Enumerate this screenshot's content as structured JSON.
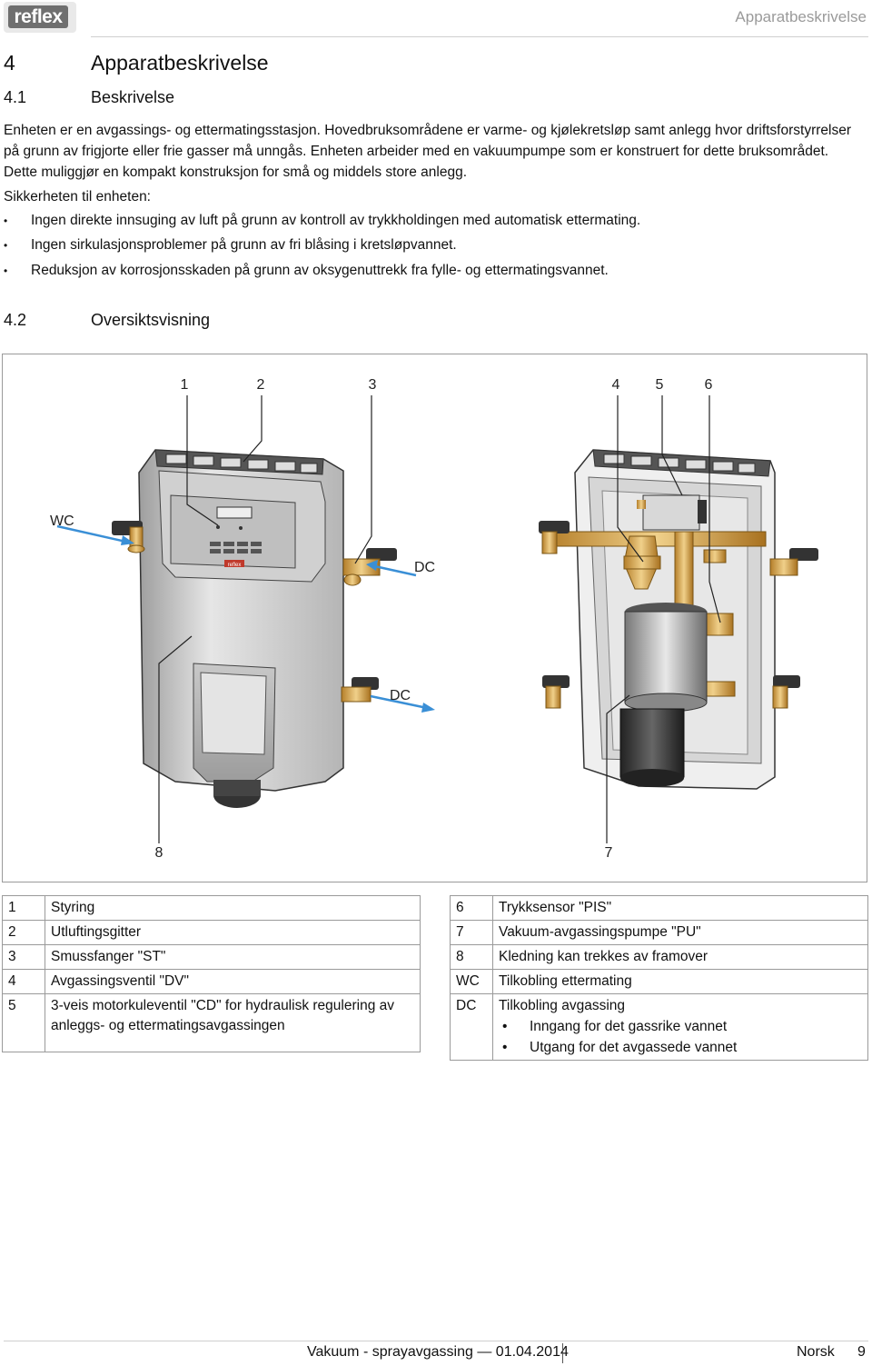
{
  "header": {
    "logo_text": "reflex",
    "section_title": "Apparatbeskrivelse"
  },
  "chapter": {
    "number": "4",
    "title": "Apparatbeskrivelse"
  },
  "section1": {
    "number": "4.1",
    "title": "Beskrivelse",
    "para_lines": [
      "Enheten er en avgassings- og ettermatingsstasjon. Hovedbruksområdene er varme- og kjølekretsløp samt anlegg hvor driftsforstyrrelser",
      "på grunn av frigjorte eller frie gasser må unngås. Enheten arbeider med en vakuumpumpe som er konstruert for dette bruksområdet.",
      "Dette muliggjør en kompakt konstruksjon for små og middels store anlegg."
    ],
    "safety_intro": "Sikkerheten til enheten:",
    "bullets": [
      "Ingen direkte innsuging av luft på grunn av kontroll av trykkholdingen med automatisk ettermating.",
      "Ingen sirkulasjonsproblemer på grunn av fri blåsing i kretsløpvannet.",
      "Reduksjon av korrosjonsskaden på grunn av oksygenuttrekk fra fylle- og ettermatingsvannet."
    ],
    "bullet_char": "•"
  },
  "section2": {
    "number": "4.2",
    "title": "Oversiktsvisning"
  },
  "figure": {
    "callouts": [
      "1",
      "2",
      "3",
      "4",
      "5",
      "6",
      "8",
      "7"
    ],
    "label_wc": "WC",
    "label_dc_upper": "DC",
    "label_dc_lower": "DC",
    "panel_logo": "reflex",
    "colors": {
      "arrow": "#3a8fd6",
      "brass": "#d4a24a",
      "housing": "#d9d9d9",
      "outline": "#333333"
    }
  },
  "legend_left": [
    {
      "num": "1",
      "text": "Styring"
    },
    {
      "num": "2",
      "text": "Utluftingsgitter"
    },
    {
      "num": "3",
      "text": "Smussfanger \"ST\""
    },
    {
      "num": "4",
      "text": "Avgassingsventil \"DV\""
    },
    {
      "num": "5",
      "text": "3-veis motorkuleventil \"CD\" for hydraulisk regulering av",
      "text2": "anleggs- og ettermatingsavgassingen"
    }
  ],
  "legend_right": [
    {
      "num": "6",
      "text": "Trykksensor \"PIS\""
    },
    {
      "num": "7",
      "text": "Vakuum-avgassingspumpe \"PU\""
    },
    {
      "num": "8",
      "text": "Kledning kan trekkes av framover"
    },
    {
      "num": "WC",
      "text": "Tilkobling ettermating"
    },
    {
      "num": "DC",
      "text": "Tilkobling avgassing",
      "sub": [
        "Inngang for det gassrike vannet",
        "Utgang for det avgassede vannet"
      ]
    }
  ],
  "footer": {
    "doc": "Vakuum - sprayavgassing — 01.04.2014",
    "language": "Norsk",
    "page": "9"
  }
}
